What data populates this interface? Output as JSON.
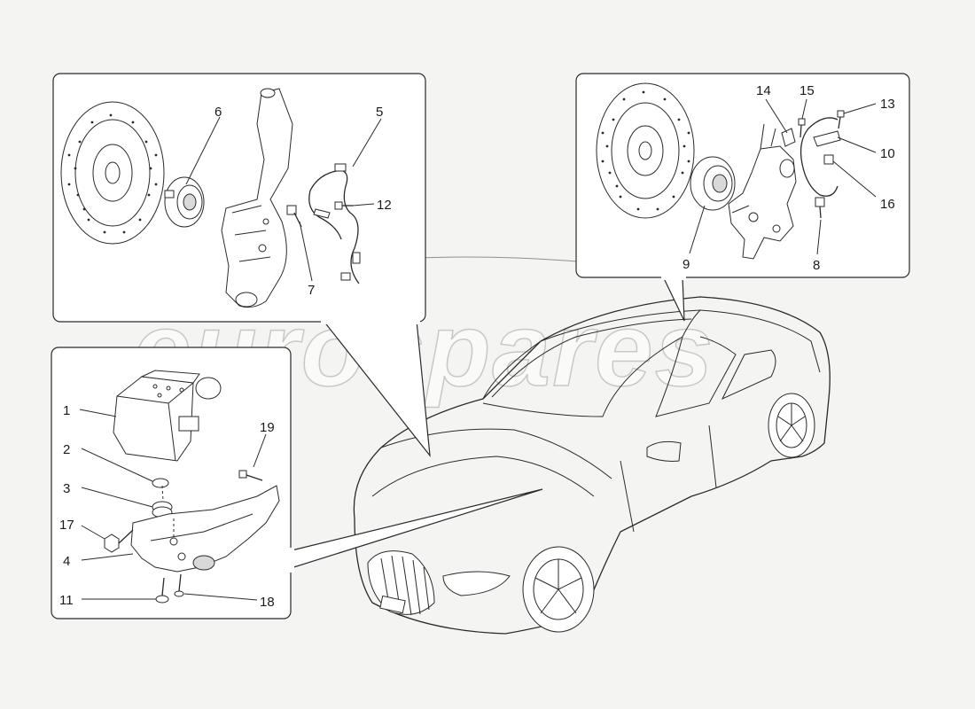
{
  "watermark": "eurospares",
  "callouts": {
    "front_hub": {
      "disc_hub": "6",
      "sensor": "5",
      "screw_sensor": "12",
      "bolt": "7"
    },
    "rear_hub": {
      "item14": "14",
      "item15": "15",
      "item13": "13",
      "item10": "10",
      "item16": "16",
      "hub": "9",
      "bolt": "8"
    },
    "abs_unit": {
      "modulator": "1",
      "washer": "2",
      "grommet": "3",
      "bracket": "4",
      "screw19": "19",
      "nut17": "17",
      "screw11": "11",
      "screw18": "18"
    }
  },
  "colors": {
    "line": "#2a2a2a",
    "background": "#f4f4f2",
    "panel": "#ffffff"
  }
}
